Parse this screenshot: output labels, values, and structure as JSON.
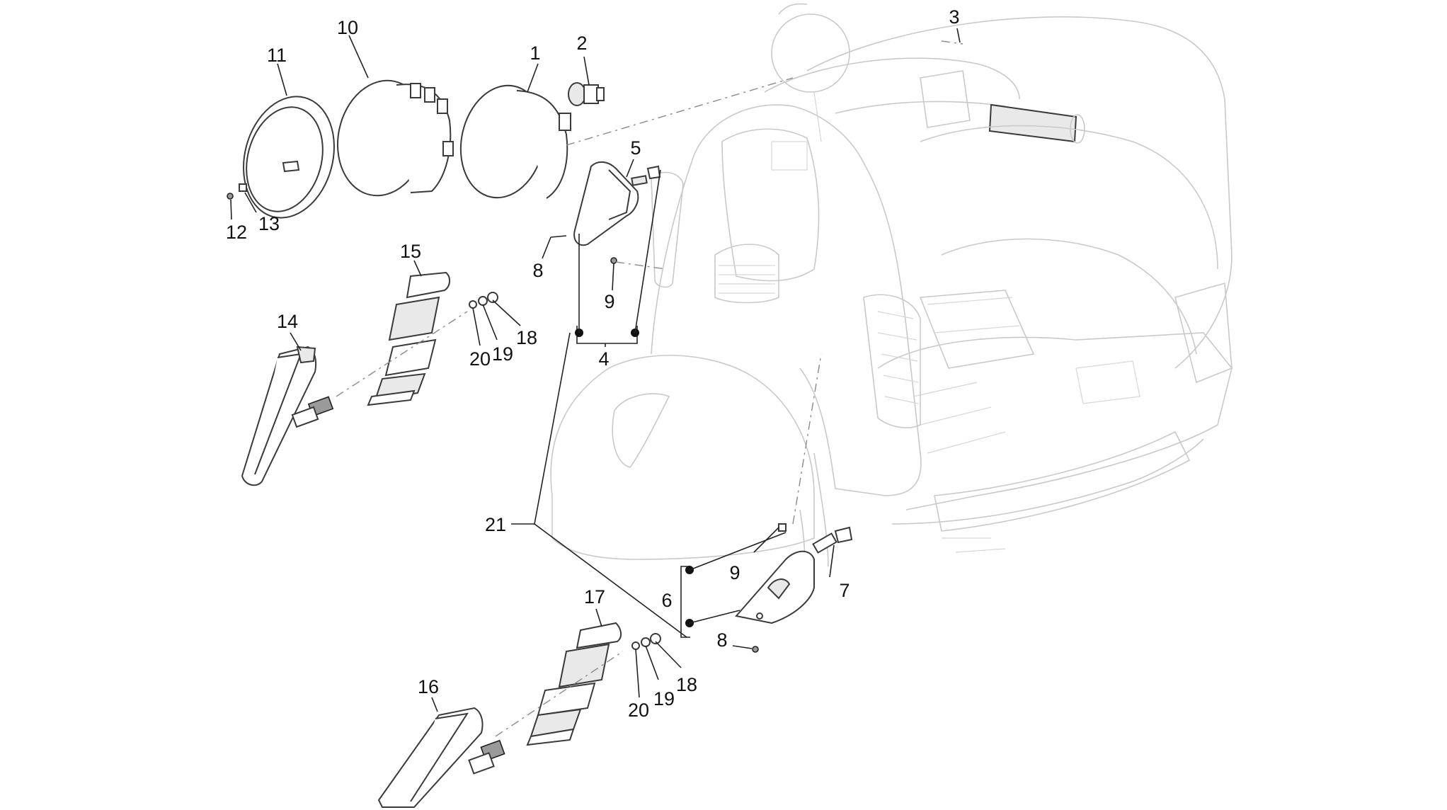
{
  "callouts": [
    {
      "id": "c1",
      "text": "1"
    },
    {
      "id": "c2",
      "text": "2"
    },
    {
      "id": "c3",
      "text": "3"
    },
    {
      "id": "c4",
      "text": "4"
    },
    {
      "id": "c5",
      "text": "5"
    },
    {
      "id": "c6",
      "text": "6"
    },
    {
      "id": "c7",
      "text": "7"
    },
    {
      "id": "c8a",
      "text": "8"
    },
    {
      "id": "c8b",
      "text": "8"
    },
    {
      "id": "c9a",
      "text": "9"
    },
    {
      "id": "c9b",
      "text": "9"
    },
    {
      "id": "c10",
      "text": "10"
    },
    {
      "id": "c11",
      "text": "11"
    },
    {
      "id": "c12",
      "text": "12"
    },
    {
      "id": "c13",
      "text": "13"
    },
    {
      "id": "c14",
      "text": "14"
    },
    {
      "id": "c15",
      "text": "15"
    },
    {
      "id": "c16",
      "text": "16"
    },
    {
      "id": "c17",
      "text": "17"
    },
    {
      "id": "c18a",
      "text": "18"
    },
    {
      "id": "c18b",
      "text": "18"
    },
    {
      "id": "c19a",
      "text": "19"
    },
    {
      "id": "c19b",
      "text": "19"
    },
    {
      "id": "c20a",
      "text": "20"
    },
    {
      "id": "c20b",
      "text": "20"
    },
    {
      "id": "c21",
      "text": "21"
    }
  ]
}
